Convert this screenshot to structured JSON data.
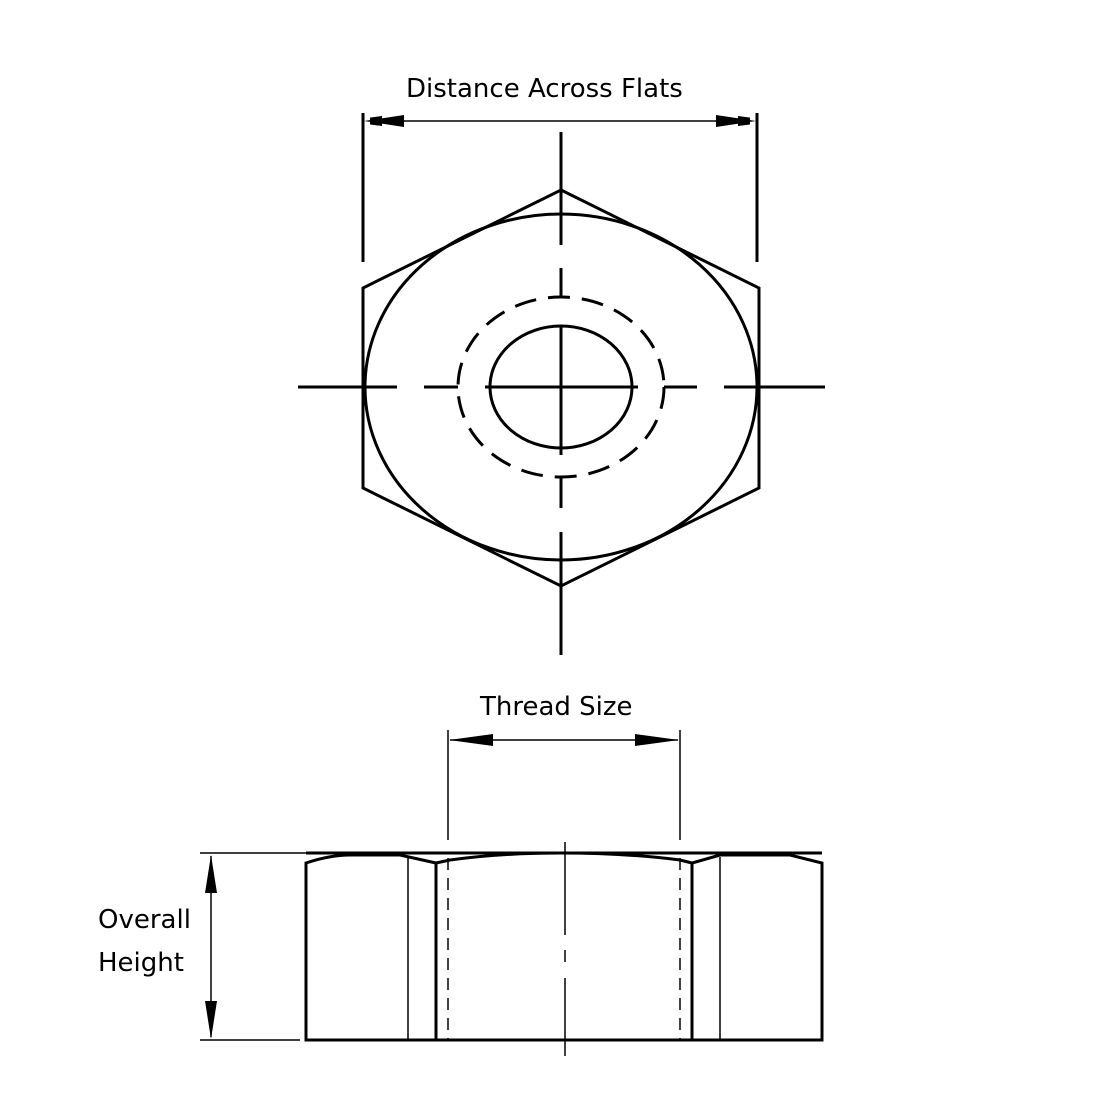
{
  "labels": {
    "distance_across_flats": "Distance Across Flats",
    "thread_size": "Thread Size",
    "overall_height_line1": "Overall",
    "overall_height_line2": "Height"
  },
  "colors": {
    "line": "#000000",
    "background": "#ffffff"
  }
}
